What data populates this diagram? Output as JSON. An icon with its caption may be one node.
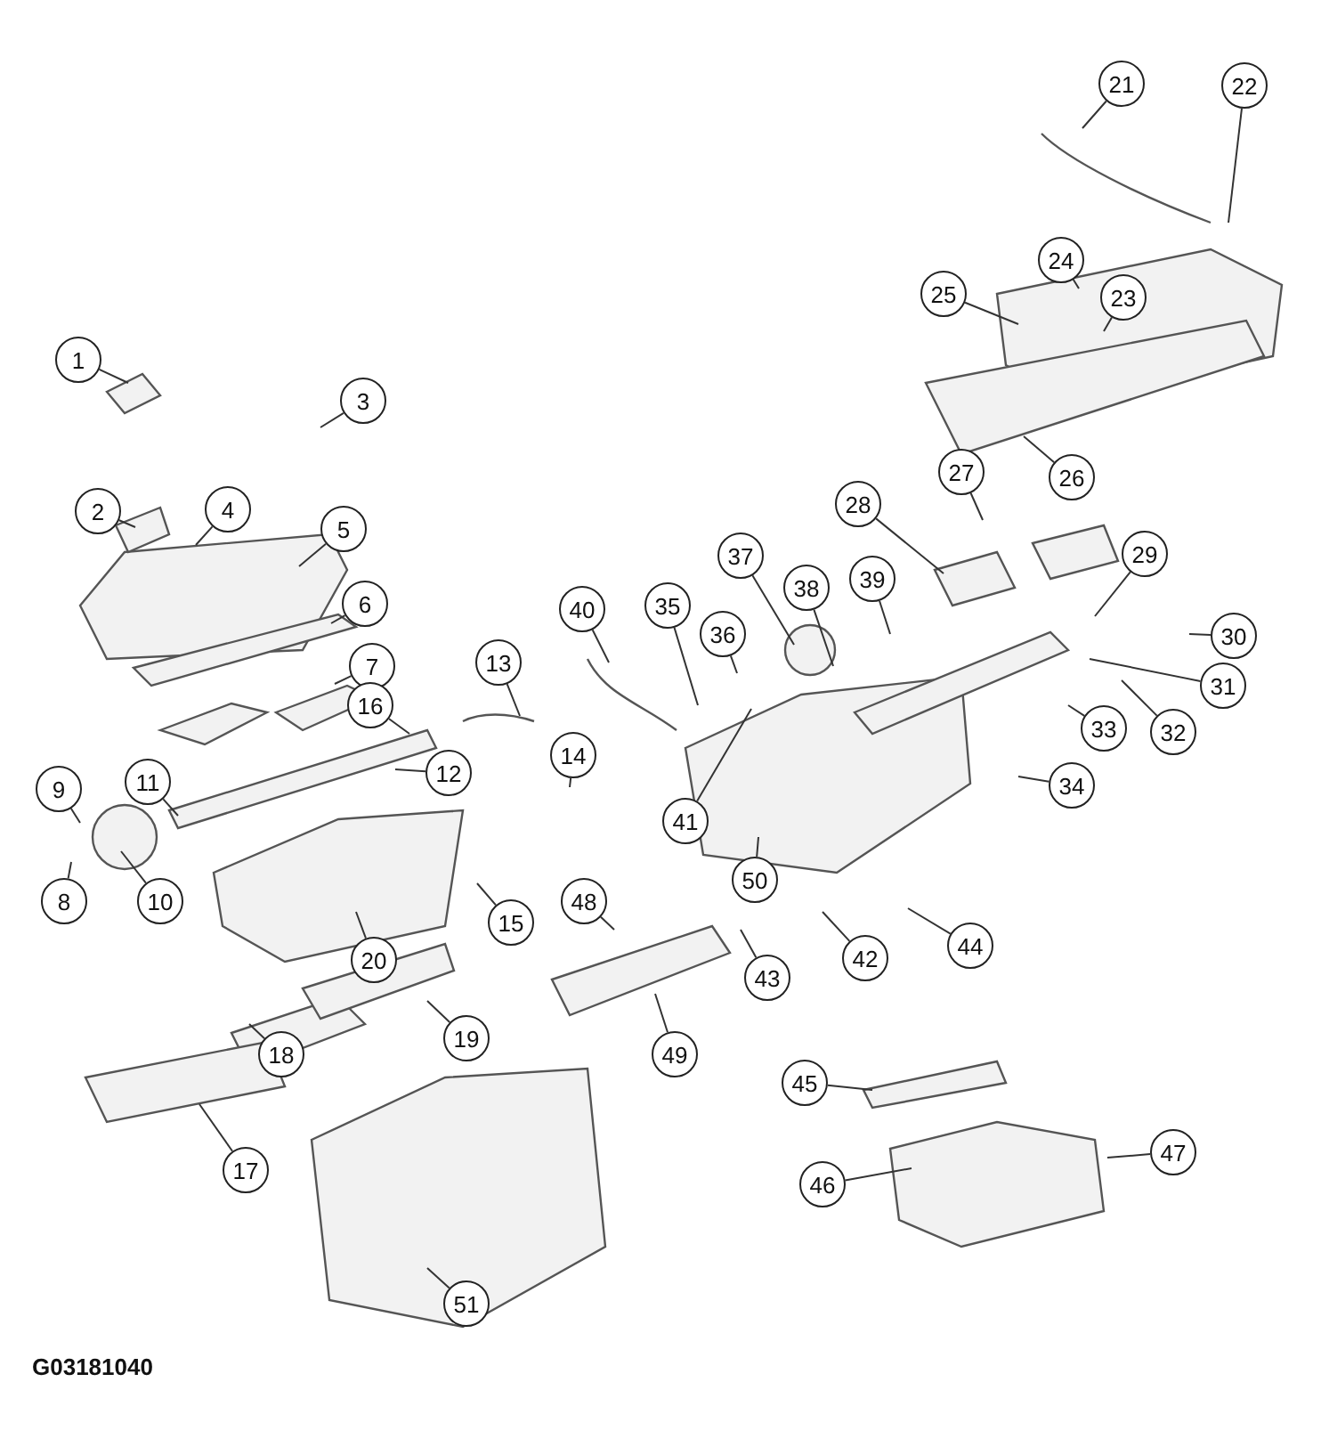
{
  "diagram": {
    "nodes": [
      {
        "text": [
          "1"
        ]
      },
      {
        "text": [
          "2"
        ]
      },
      {
        "text": [
          "3"
        ]
      },
      {
        "text": [
          "4"
        ]
      },
      {
        "text": [
          "5"
        ]
      },
      {
        "text": [
          "6"
        ]
      },
      {
        "text": [
          "7"
        ]
      },
      {
        "text": [
          "8"
        ]
      },
      {
        "text": [
          "9"
        ]
      },
      {
        "text": [
          "10"
        ]
      },
      {
        "text": [
          "11"
        ]
      },
      {
        "text": [
          "12"
        ]
      },
      {
        "text": [
          "13"
        ]
      },
      {
        "text": [
          "14"
        ]
      },
      {
        "text": [
          "15"
        ]
      },
      {
        "text": [
          "16"
        ]
      },
      {
        "text": [
          "17"
        ]
      },
      {
        "text": [
          "18"
        ]
      },
      {
        "text": [
          "19"
        ]
      },
      {
        "text": [
          "20"
        ]
      },
      {
        "text": [
          "21"
        ]
      },
      {
        "text": [
          "22"
        ]
      },
      {
        "text": [
          "23"
        ]
      },
      {
        "text": [
          "24"
        ]
      },
      {
        "text": [
          "25"
        ]
      },
      {
        "text": [
          "26"
        ]
      },
      {
        "text": [
          "27"
        ]
      },
      {
        "text": [
          "28"
        ]
      },
      {
        "text": [
          "29"
        ]
      },
      {
        "text": [
          "30"
        ]
      },
      {
        "text": [
          "31"
        ]
      },
      {
        "text": [
          "32"
        ]
      },
      {
        "text": [
          "33"
        ]
      },
      {
        "text": [
          "34"
        ]
      },
      {
        "text": [
          "35"
        ]
      },
      {
        "text": [
          "36"
        ]
      },
      {
        "text": [
          "37"
        ]
      },
      {
        "text": [
          "38"
        ]
      },
      {
        "text": [
          "39"
        ]
      },
      {
        "text": [
          "40"
        ]
      },
      {
        "text": [
          "41"
        ]
      },
      {
        "text": [
          "42"
        ]
      },
      {
        "text": [
          "43"
        ]
      },
      {
        "text": [
          "44"
        ]
      },
      {
        "text": [
          "45"
        ]
      },
      {
        "text": [
          "46"
        ]
      },
      {
        "text": [
          "47"
        ]
      },
      {
        "text": [
          "48"
        ]
      },
      {
        "text": [
          "49"
        ]
      },
      {
        "text": [
          "50"
        ]
      },
      {
        "text": [
          "51"
        ]
      }
    ],
    "edges": [
      {
        "from": 0,
        "to": null,
        "arrow": "none"
      },
      {
        "from": 1,
        "to": null,
        "arrow": "none"
      },
      {
        "from": 2,
        "to": null,
        "arrow": "none"
      },
      {
        "from": 3,
        "to": null,
        "arrow": "none"
      },
      {
        "from": 4,
        "to": null,
        "arrow": "none"
      },
      {
        "from": 5,
        "to": null,
        "arrow": "none"
      },
      {
        "from": 6,
        "to": null,
        "arrow": "none"
      },
      {
        "from": 7,
        "to": null,
        "arrow": "none"
      },
      {
        "from": 8,
        "to": null,
        "arrow": "none"
      },
      {
        "from": 9,
        "to": null,
        "arrow": "none"
      },
      {
        "from": 10,
        "to": null,
        "arrow": "none"
      },
      {
        "from": 11,
        "to": null,
        "arrow": "none"
      },
      {
        "from": 12,
        "to": null,
        "arrow": "none"
      },
      {
        "from": 13,
        "to": null,
        "arrow": "none"
      },
      {
        "from": 14,
        "to": null,
        "arrow": "none"
      },
      {
        "from": 15,
        "to": null,
        "arrow": "none"
      },
      {
        "from": 16,
        "to": null,
        "arrow": "none"
      },
      {
        "from": 17,
        "to": null,
        "arrow": "none"
      },
      {
        "from": 18,
        "to": null,
        "arrow": "none"
      },
      {
        "from": 19,
        "to": null,
        "arrow": "none"
      },
      {
        "from": 20,
        "to": null,
        "arrow": "none"
      },
      {
        "from": 21,
        "to": null,
        "arrow": "none"
      },
      {
        "from": 22,
        "to": null,
        "arrow": "none"
      },
      {
        "from": 23,
        "to": null,
        "arrow": "none"
      },
      {
        "from": 24,
        "to": null,
        "arrow": "none"
      },
      {
        "from": 25,
        "to": null,
        "arrow": "none"
      },
      {
        "from": 26,
        "to": null,
        "arrow": "none"
      },
      {
        "from": 27,
        "to": null,
        "arrow": "none"
      },
      {
        "from": 28,
        "to": null,
        "arrow": "none"
      },
      {
        "from": 29,
        "to": null,
        "arrow": "none"
      },
      {
        "from": 30,
        "to": null,
        "arrow": "none"
      },
      {
        "from": 31,
        "to": null,
        "arrow": "none"
      },
      {
        "from": 32,
        "to": null,
        "arrow": "none"
      },
      {
        "from": 33,
        "to": null,
        "arrow": "none"
      },
      {
        "from": 34,
        "to": null,
        "arrow": "none"
      },
      {
        "from": 35,
        "to": null,
        "arrow": "none"
      },
      {
        "from": 36,
        "to": null,
        "arrow": "none"
      },
      {
        "from": 37,
        "to": null,
        "arrow": "none"
      },
      {
        "from": 38,
        "to": null,
        "arrow": "none"
      },
      {
        "from": 39,
        "to": null,
        "arrow": "none"
      },
      {
        "from": 40,
        "to": null,
        "arrow": "none"
      },
      {
        "from": 41,
        "to": null,
        "arrow": "none"
      },
      {
        "from": 42,
        "to": null,
        "arrow": "none"
      },
      {
        "from": 43,
        "to": null,
        "arrow": "none"
      },
      {
        "from": 44,
        "to": null,
        "arrow": "none"
      },
      {
        "from": 45,
        "to": null,
        "arrow": "none"
      },
      {
        "from": 46,
        "to": null,
        "arrow": "none"
      },
      {
        "from": 47,
        "to": null,
        "arrow": "none"
      },
      {
        "from": 48,
        "to": null,
        "arrow": "none"
      },
      {
        "from": 49,
        "to": null,
        "arrow": "none"
      },
      {
        "from": 50,
        "to": null,
        "arrow": "none"
      }
    ],
    "labels": [
      "G03181040"
    ]
  }
}
